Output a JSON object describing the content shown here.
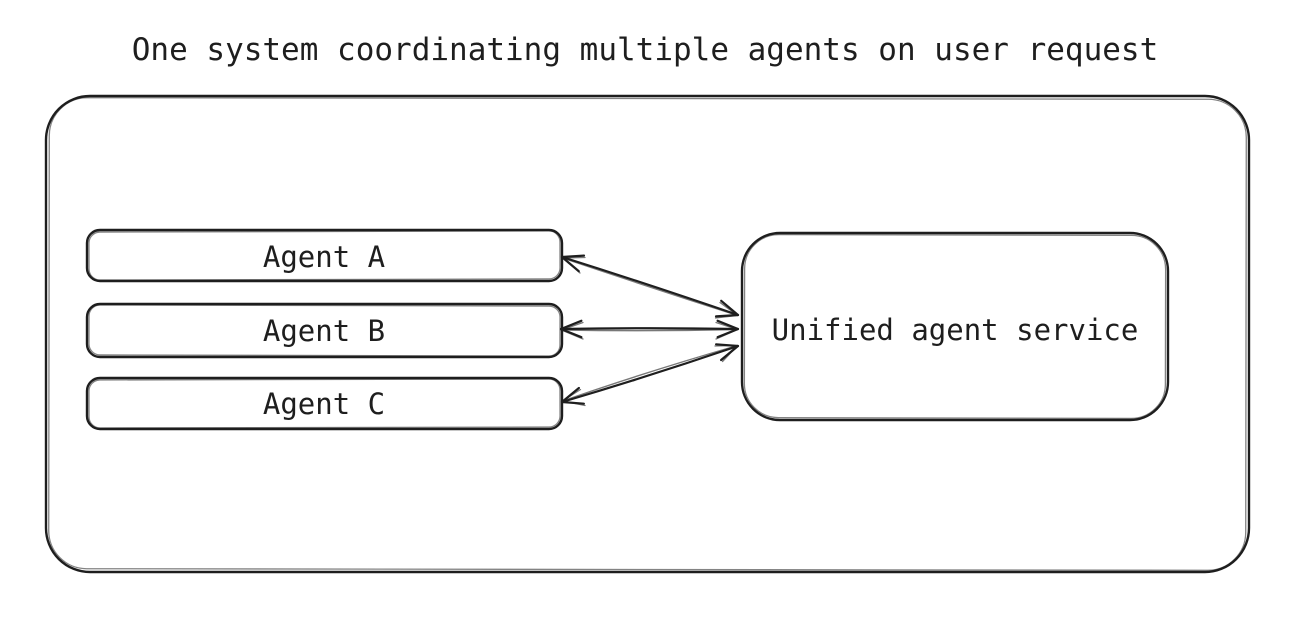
{
  "diagram": {
    "title": "One system coordinating multiple agents on user request",
    "nodes": {
      "agent_a": {
        "label": "Agent A"
      },
      "agent_b": {
        "label": "Agent B"
      },
      "agent_c": {
        "label": "Agent C"
      },
      "unified_service": {
        "label": "Unified agent service"
      }
    },
    "edges": [
      {
        "from": "agent_a",
        "to": "unified_service",
        "direction": "bidirectional"
      },
      {
        "from": "agent_b",
        "to": "unified_service",
        "direction": "bidirectional"
      },
      {
        "from": "agent_c",
        "to": "unified_service",
        "direction": "bidirectional"
      }
    ],
    "colors": {
      "stroke": "#1e1e1e",
      "background": "#ffffff"
    }
  }
}
